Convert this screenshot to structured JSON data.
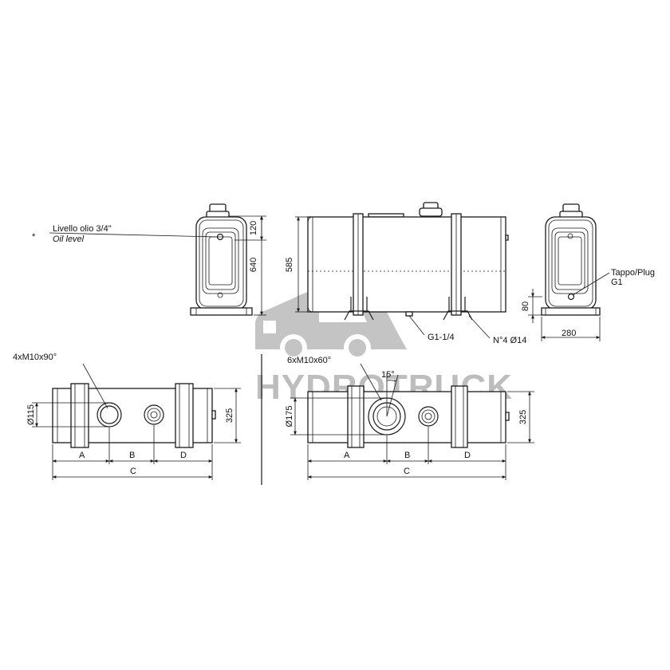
{
  "watermark": {
    "brand": "HYDROTRUCK",
    "color": "#bdbdbd"
  },
  "labels": {
    "oil_level_it": "Livello olio 3/4\"",
    "oil_level_en": "Oil level",
    "asterisk": "*",
    "plug_it": "Tappo/Plug",
    "plug_g": "G1",
    "drain": "G1-1/4",
    "mount_holes": "N°4 Ø14",
    "bolts_left": "4xM10x90°",
    "bolts_right": "6xM10x60°",
    "angle": "15°"
  },
  "dimensions": {
    "d120": "120",
    "d640": "640",
    "d585": "585",
    "d80": "80",
    "d280": "280",
    "dia115": "Ø115",
    "dia175": "Ø175",
    "d325_left": "325",
    "d325_right": "325",
    "a_left": "A",
    "b_left": "B",
    "d_left": "D",
    "c_left": "C",
    "a_right": "A",
    "b_right": "B",
    "d_right": "D",
    "c_right": "C"
  }
}
